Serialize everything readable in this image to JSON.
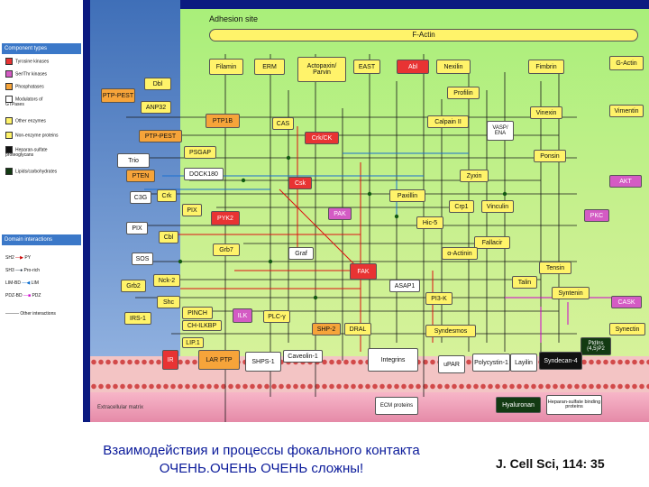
{
  "legend": {
    "component_types_title": "Component types",
    "items": [
      {
        "label": "Tyrosine kinases",
        "color": "#e83333"
      },
      {
        "label": "Ser/Thr kinases",
        "color": "#d45bc4"
      },
      {
        "label": "Phosphatases",
        "color": "#f6a43a"
      },
      {
        "label": "Modulators of GTPases",
        "color": "#ffffff"
      },
      {
        "label": "Other enzymes",
        "color": "#fff36a"
      },
      {
        "label": "Non-enzyme proteins",
        "color": "#fff36a"
      },
      {
        "label": "Heparan-sulfate proteoglycans",
        "color": "#111111"
      },
      {
        "label": "Lipids/carbohydrates",
        "color": "#123a12"
      }
    ],
    "domain_interactions_title": "Domain interactions",
    "interactions": [
      {
        "left": "SH2",
        "right": "PY"
      },
      {
        "left": "SH3",
        "right": "Pro-rich"
      },
      {
        "left": "LIM-BD",
        "right": "LIM"
      },
      {
        "left": "PDZ-BD",
        "right": "PDZ"
      }
    ],
    "other_interactions": "Other interactions"
  },
  "diagram": {
    "adhesion_site": "Adhesion site",
    "f_actin": "F-Actin",
    "extracellular_matrix": "Extracellular matrix",
    "nodes": {
      "filamin": "Filamin",
      "erm": "ERM",
      "actopaxin": "Actopaxin/ Parvin",
      "east": "EAST",
      "abl": "Abl",
      "nexilin": "Nexilin",
      "fimbrin": "Fimbrin",
      "g_actin": "G-Actin",
      "dbl": "Dbl",
      "ptp_pest_left": "PTP-PEST",
      "anp32": "ANP32",
      "profilin": "Profilin",
      "ptp1b": "PTP1B",
      "cas": "CAS",
      "calpain": "Calpain II",
      "vasp": "VASP/ ENA",
      "vinexin": "Vinexin",
      "vimentin": "Vimentin",
      "ptp_pest": "PTP-PEST",
      "crk_mid": "Crk/CK",
      "psgap": "PSGAP",
      "trio": "Trio",
      "ptp_pest2": "PTEN",
      "dock180": "DOCK180",
      "csk": "Csk",
      "zyxin": "Zyxin",
      "ponsin": "Ponsin",
      "c3g": "C3G",
      "crk": "Crk",
      "paxillin": "Paxillin",
      "akt": "AKT",
      "pix": "PIX",
      "pak": "PAK",
      "pyk2": "PYK2",
      "crp1": "Crp1",
      "vinculin": "Vinculin",
      "hic5": "Hic-5",
      "pkc": "PKC",
      "pix2": "PIX",
      "cbl": "Cbl",
      "fallacin": "Fallacir",
      "grb7": "Grb7",
      "graf": "Graf",
      "alpha_actinin": "α-Actinin",
      "sos": "SOS",
      "fak": "FAK",
      "tensin": "Tensin",
      "grb2": "Grb2",
      "nck2": "Nck-2",
      "talin": "Talin",
      "asap1": "ASAP1",
      "shc": "Shc",
      "pi3k": "PI3-K",
      "syntenin": "Syntenin",
      "cask": "CASK",
      "pinch": "PINCH",
      "ch_ilkbp": "CH-ILKBP",
      "ilk": "ILK",
      "plcg": "PLC-γ",
      "irs1": "IRS-1",
      "shp2": "SHP-2",
      "dral": "DRAL",
      "syndesmos": "Syndesmos",
      "synectin": "Synectin",
      "lip1": "LIP.1",
      "pip2": "PtdIns (4,5)P2",
      "ir": "IR",
      "lar_ptp": "LAR PTP",
      "shps1": "SHPS-1",
      "caveolin": "Caveolin-1",
      "integrins": "Integrins",
      "upar": "uPAR",
      "polycystin": "Polycystin-1",
      "layilin": "Layilin",
      "syndecan": "Syndecan-4",
      "ecm_proteins": "ECM proteins",
      "hyaluronan": "Hyaluronan",
      "heparan_binding": "Heparan-sulfate binding proteins"
    }
  },
  "caption": {
    "line1": "Взаимодействия и процессы фокального контакта",
    "line2": "ОЧЕНЬ.ОЧЕНЬ ОЧЕНЬ сложны!",
    "citation": "J. Cell Sci, 114: 35"
  }
}
